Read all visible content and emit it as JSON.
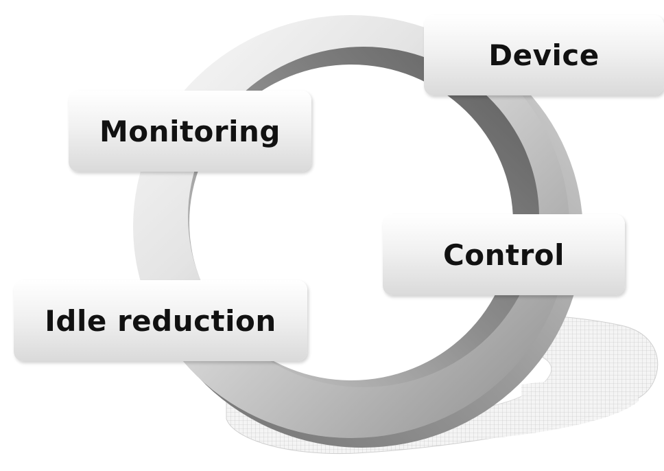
{
  "diagram": {
    "labels": {
      "device": "Device",
      "monitoring": "Monitoring",
      "control": "Control",
      "idle_reduction": "Idle reduction"
    }
  }
}
